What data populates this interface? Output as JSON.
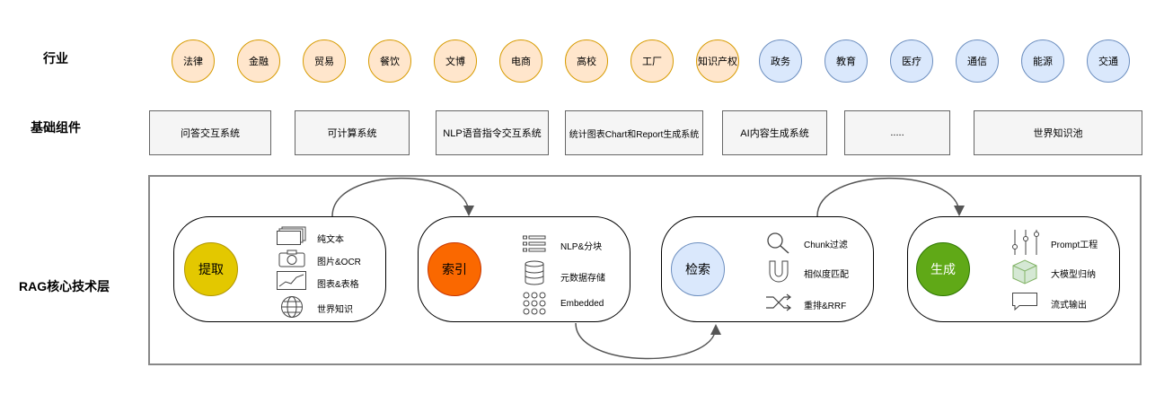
{
  "labels": {
    "industry": "行业",
    "base": "基础组件",
    "rag": "RAG核心技术层"
  },
  "industries": [
    "法律",
    "金融",
    "贸易",
    "餐饮",
    "文博",
    "电商",
    "高校",
    "工厂",
    "知识产权",
    "政务",
    "教育",
    "医疗",
    "通信",
    "能源",
    "交通"
  ],
  "components": [
    "问答交互系统",
    "可计算系统",
    "NLP语音指令交互系统",
    "统计图表Chart和Report生成系统",
    "AI内容生成系统",
    ".....",
    "世界知识池"
  ],
  "stages": [
    {
      "title": "提取",
      "items": [
        "纯文本",
        "图片&OCR",
        "图表&表格",
        "世界知识"
      ]
    },
    {
      "title": "索引",
      "items": [
        "NLP&分块",
        "元数据存储",
        "Embedded"
      ]
    },
    {
      "title": "检索",
      "items": [
        "Chunk过滤",
        "相似度匹配",
        "重排&RRF"
      ]
    },
    {
      "title": "生成",
      "items": [
        "Prompt工程",
        "大模型归纳",
        "流式输出"
      ]
    }
  ],
  "colors": {
    "industry_orange": "#ffe6cc",
    "industry_blue": "#dae8fc",
    "extract": "#e3c800",
    "index": "#fa6800",
    "retrieve": "#dae8fc",
    "generate": "#60a917"
  }
}
